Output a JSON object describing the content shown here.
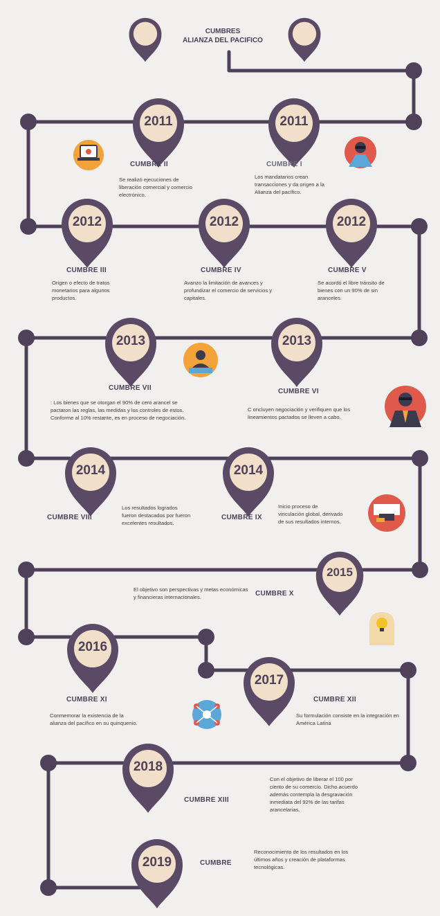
{
  "header": {
    "line1": "CUMBRES",
    "line2": "ALIANZA DEL PACIFICO"
  },
  "colors": {
    "line": "#4e4159",
    "pin": "#5a4a66",
    "pin_fill": "#f1dfc9",
    "bg": "#f1f0ef",
    "accent_orange": "#f2a33a",
    "accent_red": "#e05a4b",
    "accent_blue": "#5aa7d8"
  },
  "milestones": [
    {
      "year": "2011",
      "title": "CUMBRE II",
      "desc": "Se realizó ejecuciones de liberación comercial y comercio electrónico."
    },
    {
      "year": "2011",
      "title": "CUMBRE I",
      "desc": "Los mandatarios crean transacciones y da origen a la Alianza del pacífico."
    },
    {
      "year": "2012",
      "title": "CUMBRE III",
      "desc": "Origen o efecto de tratos monetarios para algunos productos."
    },
    {
      "year": "2012",
      "title": "CUMBRE IV",
      "desc": "Avanzo la limitación de avances y profundizar el comercio de servicios y capitales."
    },
    {
      "year": "2012",
      "title": "CUMBRE V",
      "desc": "Se acordó el libre tránsito de bienes con un 90% de sin aranceles."
    },
    {
      "year": "2013",
      "title": "CUMBRE VII",
      "desc": ": Los bienes que se otorgan el 90% de cero arancel se pactaron las reglas, las medidas y los controles de estos. Conforme al 10% restante, es en proceso de negociación."
    },
    {
      "year": "2013",
      "title": "CUMBRE VI",
      "desc": "C oncluyen negociación y verifiquen que los lineamientos pactados se lleven a cabo."
    },
    {
      "year": "2014",
      "title": "CUMBRE VIII",
      "desc": "Los resultados logrados fueron destacados por fueron excelentes resultados."
    },
    {
      "year": "2014",
      "title": "CUMBRE IX",
      "desc": "Inicio proceso de vinculación global, derivado de sus resultados internos."
    },
    {
      "year": "2015",
      "title": "CUMBRE X",
      "desc": "El objetivo son perspectivas y metas económicas y financieras internacionales."
    },
    {
      "year": "2016",
      "title": "CUMBRE XI",
      "desc": "Conmemorar la existencia de la alianza del pacífico en su quinquenio."
    },
    {
      "year": "2017",
      "title": "CUMBRE XII",
      "desc": "Su formulación consiste en la integración en América Latina"
    },
    {
      "year": "2018",
      "title": "CUMBRE XIII",
      "desc": "Con el objetivo de liberar el 100 por ciento de su comercio. Dicho acuerdo además contempla la desgravación inmediata del 92% de las tarifas arancelarias."
    },
    {
      "year": "2019",
      "title": "CUMBRE",
      "desc": "Reconocimiento de los resultados en los últimos años y creación de plataformas tecnológicas."
    }
  ]
}
